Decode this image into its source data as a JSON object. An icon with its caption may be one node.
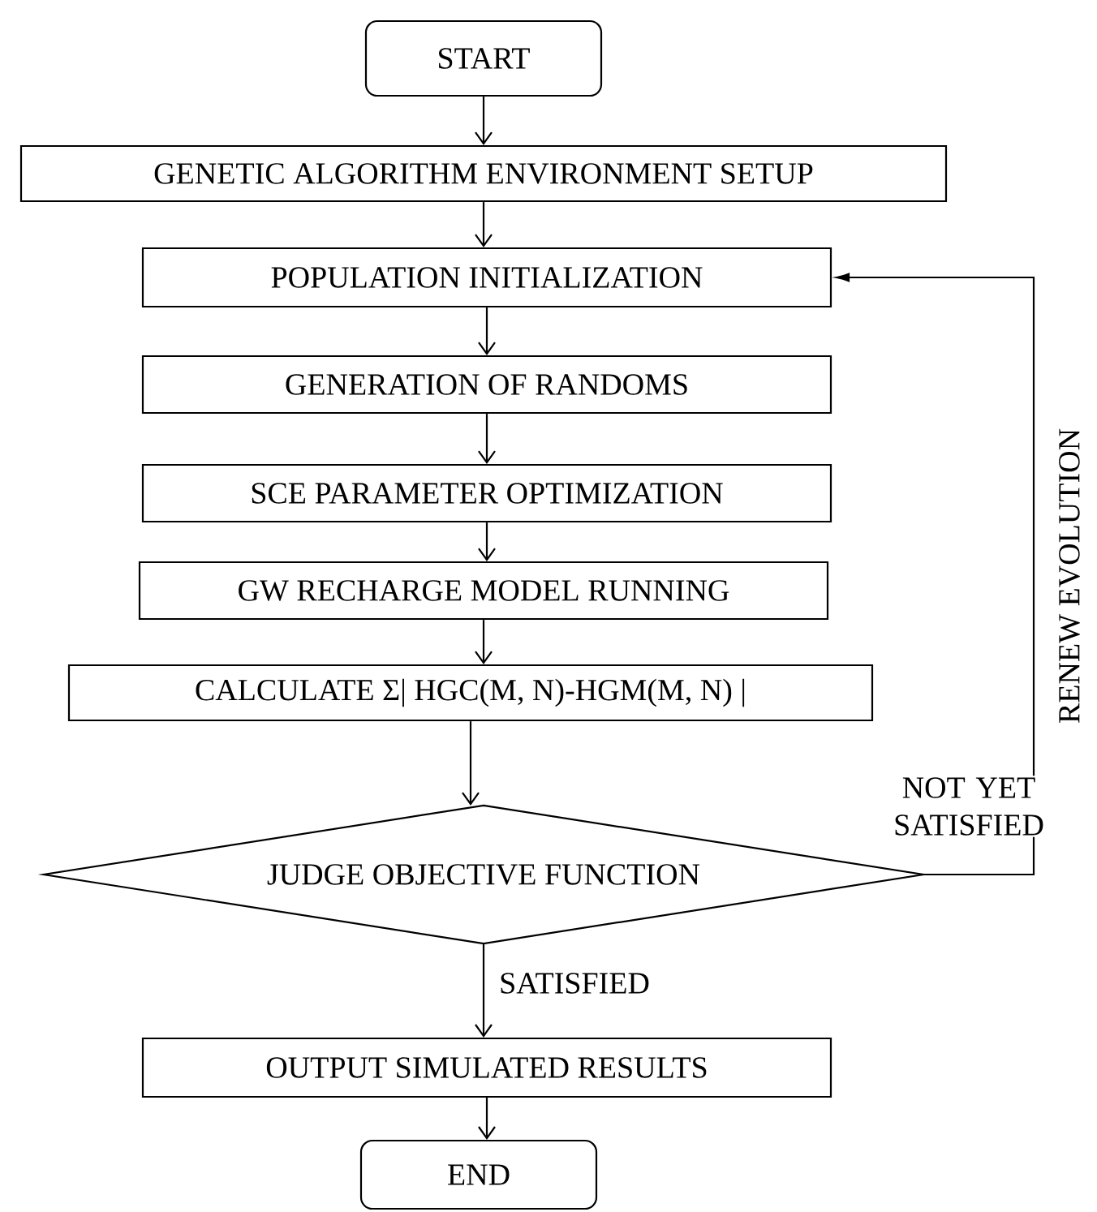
{
  "diagram": {
    "nodes": [
      {
        "text": [
          "START"
        ]
      },
      {
        "text": [
          "GENETIC ALGORITHM ENVIRONMENT SETUP"
        ]
      },
      {
        "text": [
          "POPULATION INITIALIZATION"
        ]
      },
      {
        "text": [
          "GENERATION OF RANDOMS"
        ]
      },
      {
        "text": [
          "SCE PARAMETER OPTIMIZATION"
        ]
      },
      {
        "text": [
          "GW RECHARGE MODEL RUNNING"
        ]
      },
      {
        "text": [
          "CALCULATE Σ| HGC(M, N)-HGM(M, N) |"
        ]
      },
      {
        "text": [
          "JUDGE OBJECTIVE FUNCTION"
        ]
      },
      {
        "text": [
          "OUTPUT SIMULATED RESULTS"
        ]
      },
      {
        "text": [
          "END"
        ]
      }
    ],
    "edges": [
      {
        "from": 0,
        "to": 1,
        "arrow": "to"
      },
      {
        "from": 1,
        "to": 2,
        "arrow": "to"
      },
      {
        "from": 2,
        "to": 3,
        "arrow": "to"
      },
      {
        "from": 3,
        "to": 4,
        "arrow": "to"
      },
      {
        "from": 4,
        "to": 5,
        "arrow": "to"
      },
      {
        "from": 5,
        "to": 6,
        "arrow": "to"
      },
      {
        "from": 6,
        "to": 7,
        "arrow": "to"
      },
      {
        "from": 7,
        "to": 8,
        "arrow": "to",
        "label": "SATISFIED"
      },
      {
        "from": 8,
        "to": 9,
        "arrow": "to"
      },
      {
        "from": 7,
        "to": 2,
        "arrow": "to",
        "label": "NOT YET SATISFIED"
      }
    ],
    "labels": [
      "RENEW EVOLUTION"
    ]
  }
}
